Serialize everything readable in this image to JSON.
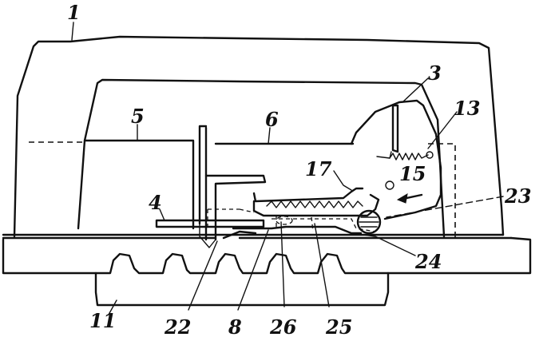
{
  "labels": {
    "l1": "1",
    "l3": "3",
    "l4": "4",
    "l5": "5",
    "l6": "6",
    "l8": "8",
    "l11": "11",
    "l13": "13",
    "l15": "15",
    "l17": "17",
    "l22": "22",
    "l23": "23",
    "l24": "24",
    "l25": "25",
    "l26": "26"
  }
}
